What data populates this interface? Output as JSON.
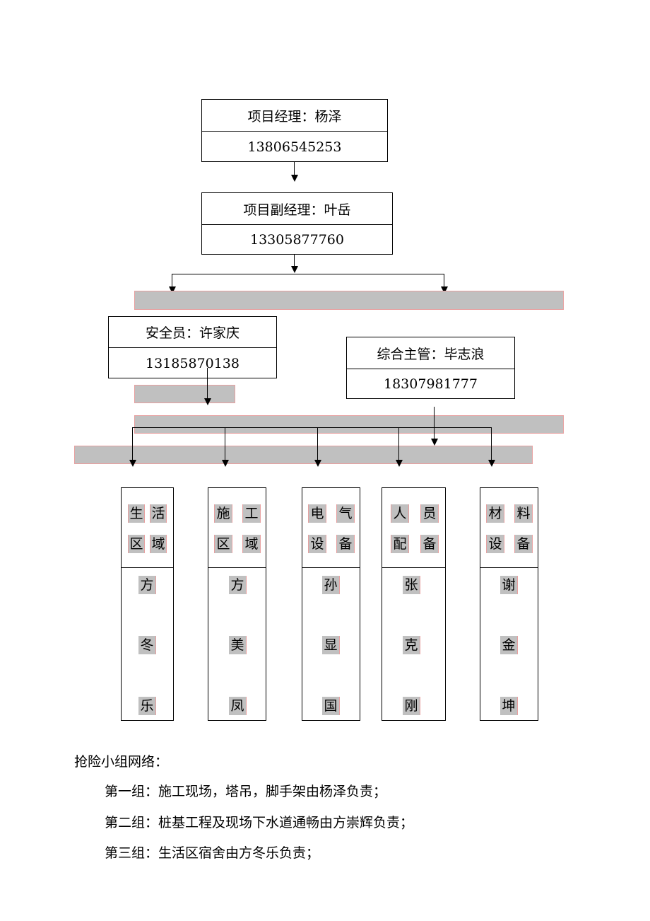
{
  "manager": {
    "label": "项目经理：杨泽",
    "phone": "13806545253"
  },
  "deputy": {
    "label": "项目副经理：叶岳",
    "phone": "13305877760"
  },
  "safety": {
    "label": "安全员：许家庆",
    "phone": "13185870138"
  },
  "supervisor": {
    "label": "综合主管：毕志浪",
    "phone": "18307981777"
  },
  "teams": [
    {
      "title_row1": [
        "生",
        "活"
      ],
      "title_row2": [
        "区",
        "域"
      ],
      "person": [
        "方",
        "冬",
        "乐"
      ]
    },
    {
      "title_row1": [
        "施",
        "工"
      ],
      "title_row2": [
        "区",
        "域"
      ],
      "person": [
        "方",
        "美",
        "凤"
      ]
    },
    {
      "title_row1": [
        "电",
        "气"
      ],
      "title_row2": [
        "设",
        "备"
      ],
      "person": [
        "孙",
        "显",
        "国"
      ]
    },
    {
      "title_row1": [
        "人",
        "员"
      ],
      "title_row2": [
        "配",
        "备"
      ],
      "person": [
        "张",
        "克",
        "刚"
      ]
    },
    {
      "title_row1": [
        "材",
        "料"
      ],
      "title_row2": [
        "设",
        "备"
      ],
      "person": [
        "谢",
        "金",
        "坤"
      ]
    }
  ],
  "rescue": {
    "heading": "抢险小组网络：",
    "groups": [
      "第一组：施工现场，塔吊，脚手架由杨泽负责；",
      "第二组：桩基工程及现场下水道通畅由方崇辉负责；",
      "第三组：生活区宿舍由方冬乐负责；"
    ]
  }
}
